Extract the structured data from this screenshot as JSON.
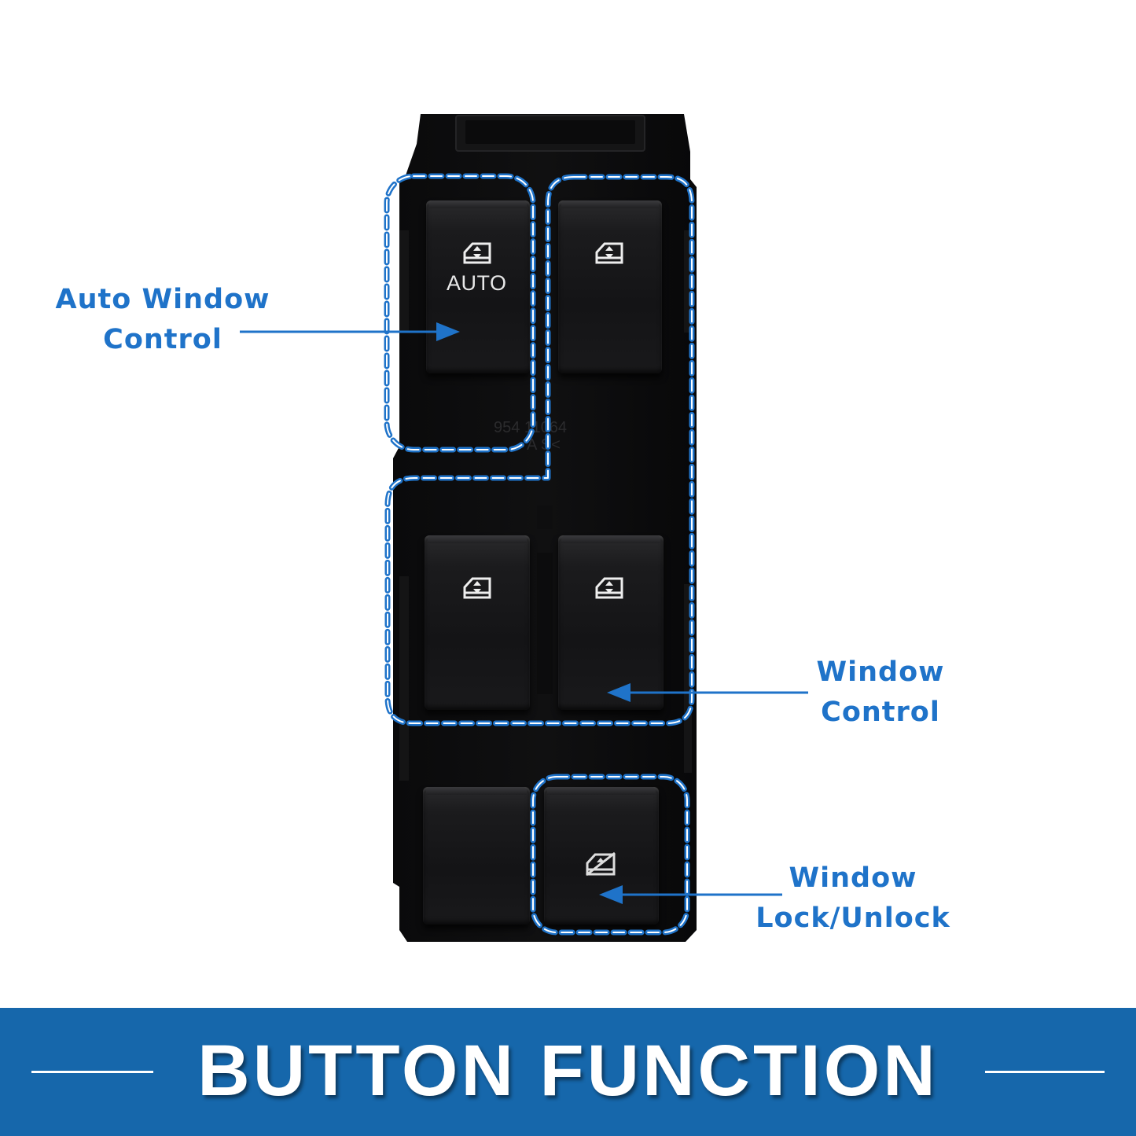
{
  "callouts": {
    "auto_window_control": [
      "Auto Window",
      "Control"
    ],
    "window_control": [
      "Window",
      "Control"
    ],
    "window_lock_unlock": [
      "Window",
      "Lock/Unlock"
    ]
  },
  "switch": {
    "auto_label": "AUTO",
    "part_number": "954  11064",
    "material_mark": "A  S<"
  },
  "banner": {
    "title": "BUTTON FUNCTION"
  },
  "colors": {
    "accent_blue": "#1f73c9",
    "banner_blue": "#1667ab",
    "panel_black": "#0b0b0c"
  },
  "icons": [
    "window-up-down-icon",
    "window-lock-icon"
  ]
}
